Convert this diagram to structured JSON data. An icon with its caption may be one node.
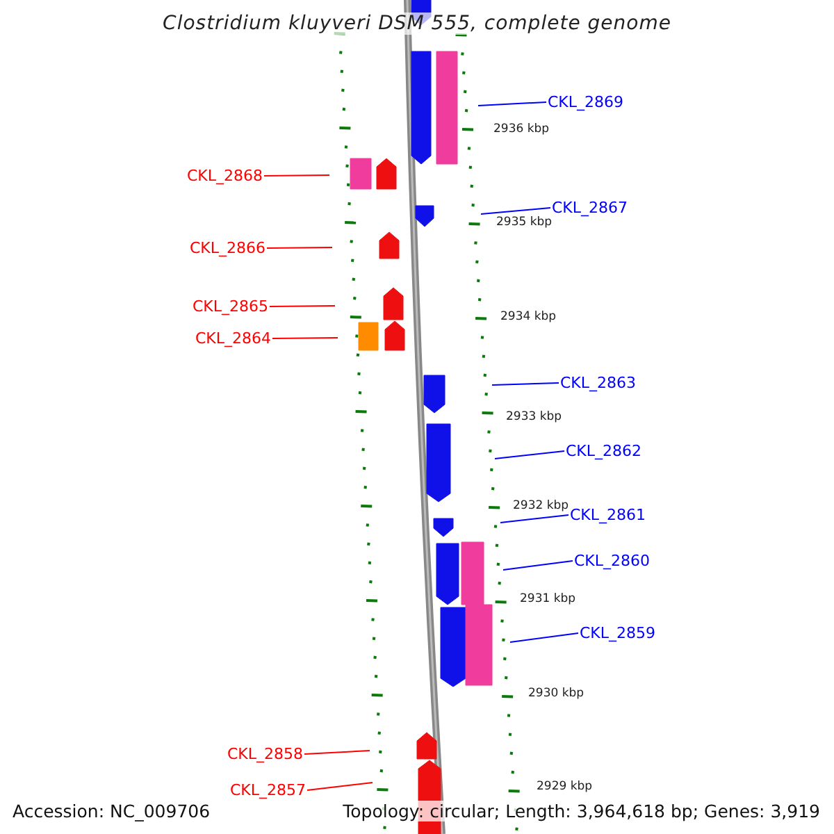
{
  "diagram": {
    "title": "Clostridium kluyveri DSM 555, complete genome",
    "nodes": [
      {
        "text": [
          "CKL_2869"
        ]
      },
      {
        "text": [
          "CKL_2868"
        ]
      },
      {
        "text": [
          "CKL_2867"
        ]
      },
      {
        "text": [
          "CKL_2866"
        ]
      },
      {
        "text": [
          "CKL_2865"
        ]
      },
      {
        "text": [
          "CKL_2864"
        ]
      },
      {
        "text": [
          "CKL_2863"
        ]
      },
      {
        "text": [
          "CKL_2862"
        ]
      },
      {
        "text": [
          "CKL_2861"
        ]
      },
      {
        "text": [
          "CKL_2860"
        ]
      },
      {
        "text": [
          "CKL_2859"
        ]
      },
      {
        "text": [
          "CKL_2858"
        ]
      },
      {
        "text": [
          "CKL_2857"
        ]
      }
    ],
    "edges": [
      {
        "from": 0,
        "to": null,
        "arrow": "none"
      },
      {
        "from": 1,
        "to": null,
        "arrow": "none",
        "color": "#ff0000"
      },
      {
        "from": 2,
        "to": null,
        "arrow": "none"
      },
      {
        "from": 3,
        "to": null,
        "arrow": "none",
        "color": "#ff0000"
      },
      {
        "from": 4,
        "to": null,
        "arrow": "none",
        "color": "#ff0000"
      },
      {
        "from": 5,
        "to": null,
        "arrow": "none",
        "color": "#ff0000"
      },
      {
        "from": 6,
        "to": null,
        "arrow": "none"
      },
      {
        "from": 7,
        "to": null,
        "arrow": "none"
      },
      {
        "from": 8,
        "to": null,
        "arrow": "none"
      },
      {
        "from": 9,
        "to": null,
        "arrow": "none"
      },
      {
        "from": 10,
        "to": null,
        "arrow": "none"
      },
      {
        "from": 11,
        "to": null,
        "arrow": "none",
        "color": "#ff0000"
      },
      {
        "from": 12,
        "to": null,
        "arrow": "none",
        "color": "#ff0000"
      }
    ],
    "labels": [
      "2936 kbp",
      "2935 kbp",
      "2934 kbp",
      "2933 kbp",
      "2932 kbp",
      "2931 kbp",
      "2930 kbp",
      "2929 kbp",
      "Accession: NC_009706",
      "Topology: circular; Length: 3,964,618 bp; Genes: 3,919"
    ]
  }
}
